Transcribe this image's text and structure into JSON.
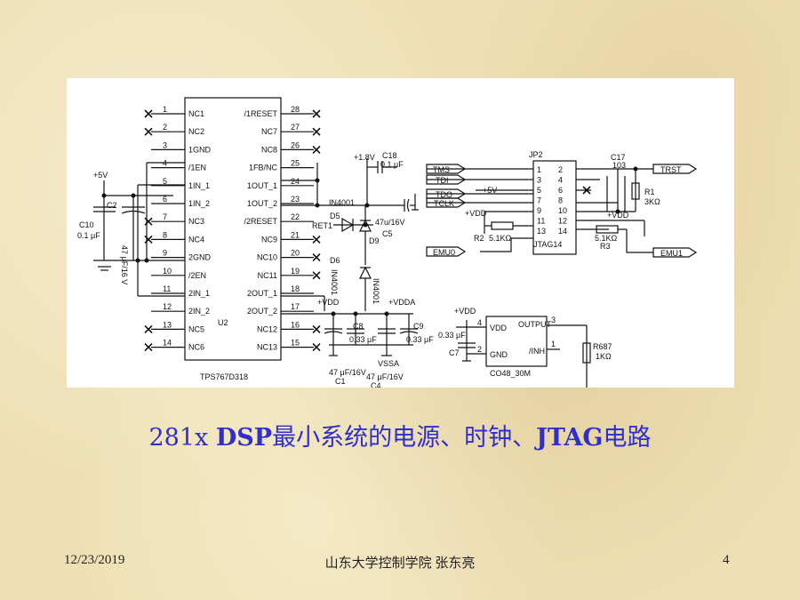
{
  "schematic": {
    "ic_u2": {
      "ref": "U2",
      "part": "TPS767D318",
      "left_pins": [
        {
          "num": "1",
          "name": "NC1"
        },
        {
          "num": "2",
          "name": "NC2"
        },
        {
          "num": "3",
          "name": "1GND"
        },
        {
          "num": "4",
          "name": "/1EN"
        },
        {
          "num": "5",
          "name": "1IN_1"
        },
        {
          "num": "6",
          "name": "1IN_2"
        },
        {
          "num": "7",
          "name": "NC3"
        },
        {
          "num": "8",
          "name": "NC4"
        },
        {
          "num": "9",
          "name": "2GND"
        },
        {
          "num": "10",
          "name": "/2EN"
        },
        {
          "num": "11",
          "name": "2IN_1"
        },
        {
          "num": "12",
          "name": "2IN_2"
        },
        {
          "num": "13",
          "name": "NC5"
        },
        {
          "num": "14",
          "name": "NC6"
        }
      ],
      "right_pins": [
        {
          "num": "28",
          "name": "/1RESET"
        },
        {
          "num": "27",
          "name": "NC7"
        },
        {
          "num": "26",
          "name": "NC8"
        },
        {
          "num": "25",
          "name": "1FB/NC"
        },
        {
          "num": "24",
          "name": "1OUT_1"
        },
        {
          "num": "23",
          "name": "1OUT_2"
        },
        {
          "num": "22",
          "name": "/2RESET"
        },
        {
          "num": "21",
          "name": "NC9"
        },
        {
          "num": "20",
          "name": "NC10"
        },
        {
          "num": "19",
          "name": "NC11"
        },
        {
          "num": "18",
          "name": "2OUT_1"
        },
        {
          "num": "17",
          "name": "2OUT_2"
        },
        {
          "num": "16",
          "name": "NC12"
        },
        {
          "num": "15",
          "name": "NC13"
        }
      ]
    },
    "labels": {
      "plus5v": "+5V",
      "c2": "C2",
      "c10": "C10",
      "c10_val": "0.1 μF",
      "c2_val": "47 μF/16 V",
      "plus18v": "+1.8V",
      "c18": "C18",
      "c18_val": "0.1 μF",
      "in4001_top": "IN4001",
      "c5": "C5",
      "c5_val": "47u/16V",
      "d5": "D5",
      "ret1": "RET1",
      "d9": "D9",
      "d6": "D6",
      "in4001_mid": "IN4001",
      "in4001_rot": "IN4001",
      "vdd_a": "+VDD",
      "vdda": "+VDDA",
      "c8": "C8",
      "c8_val": "0.33 μF",
      "c9": "C9",
      "c9_val": "0.33 μF",
      "vssa": "VSSA",
      "c1_val": "47 μF/16V",
      "c1": "C1",
      "c4_val": "47 μF/16V",
      "c4": "C4",
      "jp2": "JP2",
      "c17": "C17",
      "c17_val": "103",
      "tms": "TMS",
      "tdi": "TDI",
      "plus5v_b": "+5V",
      "tdo": "TDO",
      "tclk": "TCLK",
      "vdd_b": "+VDD",
      "r2": "R2",
      "r2_val": "5.1KΩ",
      "jtag14": "JTAG14",
      "trst": "TRST",
      "r1": "R1",
      "r1_val": "3KΩ",
      "vdd_c": "+VDD",
      "r3_val": "5.1KΩ",
      "r3": "R3",
      "emu0": "EMU0",
      "emu1": "EMU1",
      "vdd_d": "+VDD",
      "osc_pin4": "4",
      "osc_vdd": "VDD",
      "osc_out": "OUTPUT",
      "osc_pin3": "3",
      "c7_val": "0.33 μF",
      "c7": "C7",
      "osc_pin2": "2",
      "osc_gnd": "GND",
      "osc_pin1": "1",
      "osc_inh": "/INH",
      "r687": "R687",
      "r687_val": "1KΩ",
      "osc_part": "CO48_30M",
      "jp2_left_pins": [
        "1",
        "3",
        "5",
        "7",
        "9",
        "11",
        "13"
      ],
      "jp2_right_pins": [
        "2",
        "4",
        "6",
        "8",
        "10",
        "12",
        "14"
      ]
    }
  },
  "caption": {
    "prefix": "281x ",
    "bold1": "DSP",
    "middle": "最小系统的电源、时钟、",
    "bold2": "JTAG",
    "suffix": "电路"
  },
  "footer": {
    "date": "12/23/2019",
    "center": "山东大学控制学院  张东亮",
    "page": "4"
  }
}
